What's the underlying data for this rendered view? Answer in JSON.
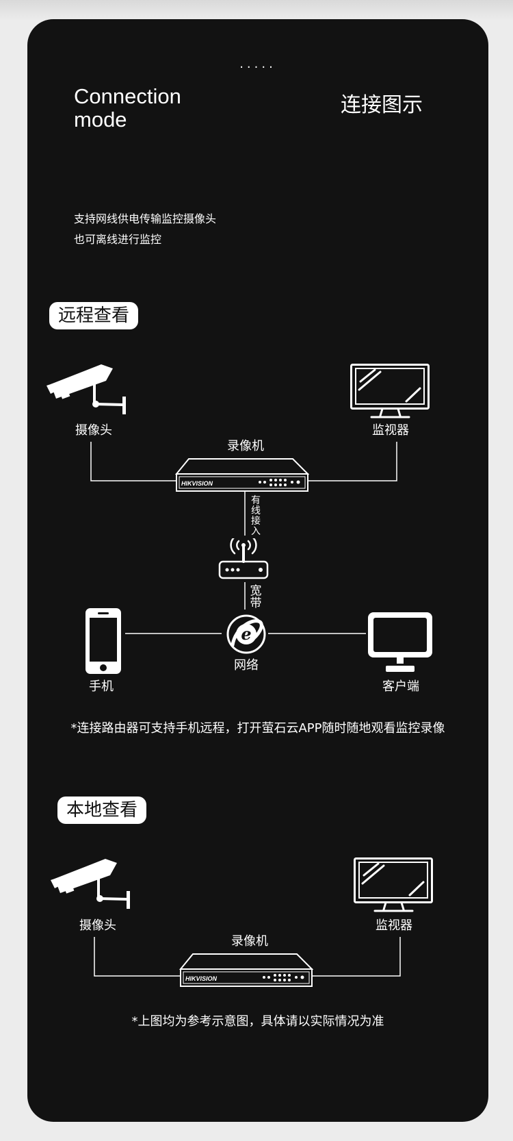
{
  "header": {
    "dots": "·····",
    "title_en": "Connection mode",
    "title_cn": "连接图示",
    "description": [
      "支持网线供电传输监控摄像头",
      "也可离线进行监控"
    ]
  },
  "remote": {
    "badge": "远程查看",
    "labels": {
      "camera": "摄像头",
      "monitor": "监视器",
      "recorder": "录像机",
      "wired_access": "有线接入",
      "broadband": "宽带",
      "phone": "手机",
      "network": "网络",
      "client": "客户端"
    },
    "note": "*连接路由器可支持手机远程，打开萤石云APP随时随地观看监控录像"
  },
  "local": {
    "badge": "本地查看",
    "labels": {
      "camera": "摄像头",
      "monitor": "监视器",
      "recorder": "录像机"
    },
    "note": "*上图均为参考示意图，具体请以实际情况为准"
  },
  "nvr_brand": "HIKVISION",
  "icons": [
    "camera-icon",
    "monitor-icon",
    "nvr-icon",
    "router-icon",
    "phone-icon",
    "network-icon",
    "client-pc-icon"
  ],
  "colors": {
    "card_bg": "#121212",
    "page_bg": "#ececec",
    "fg": "#ffffff"
  }
}
